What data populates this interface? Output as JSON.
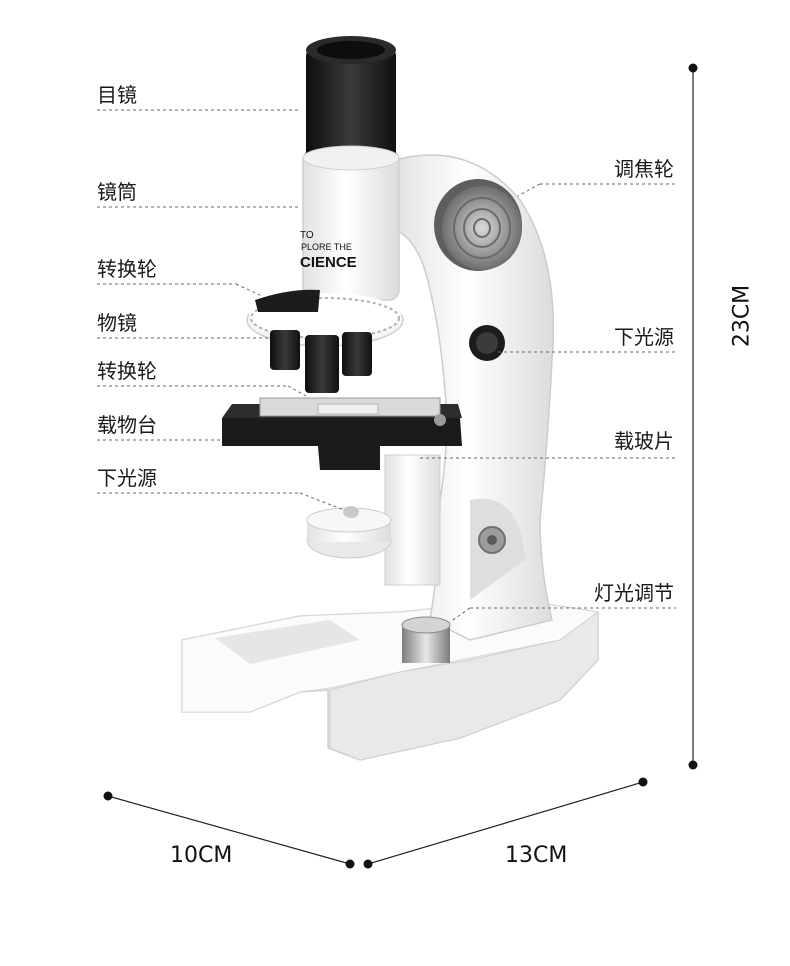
{
  "labels_left": [
    "目镜",
    "镜筒",
    "转换轮",
    "物镜",
    "转换轮",
    "载物台",
    "下光源"
  ],
  "labels_right": [
    "调焦轮",
    "下光源",
    "载玻片",
    "灯光调节"
  ],
  "dimensions": {
    "height": "23CM",
    "depth": "10CM",
    "width": "13CM"
  },
  "tube_print": {
    "line1": "TO",
    "line2": "PLORE THE",
    "line3": "CIENCE"
  },
  "colors": {
    "body": "#f4f4f4",
    "black": "#1b1b1b",
    "metal": "#a8a8a8",
    "leader": "#6a6a6a"
  }
}
